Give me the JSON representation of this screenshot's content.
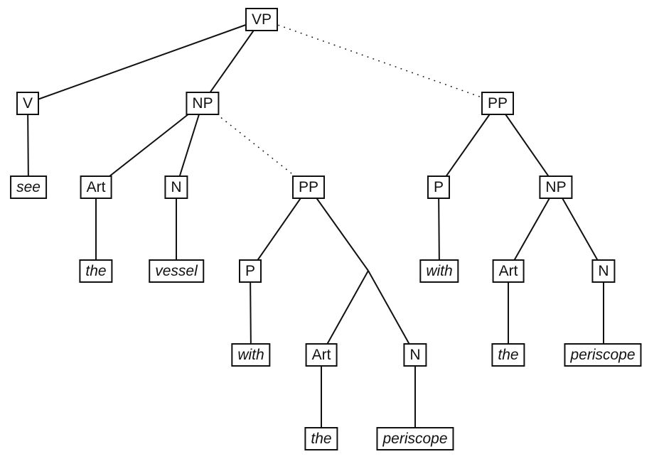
{
  "diagram": {
    "type": "syntax-parse-tree",
    "colors": {
      "line": "#000000",
      "box_border": "#111111",
      "box_fill": "#ffffff",
      "text": "#000000",
      "background": "#ffffff"
    },
    "edge_styles": {
      "solid": "definite constituent link",
      "dotted": "alternative (ambiguous) PP attachment link"
    }
  },
  "nodes": {
    "vp": {
      "label": "VP"
    },
    "v": {
      "label": "V"
    },
    "np1": {
      "label": "NP"
    },
    "pp2": {
      "label": "PP"
    },
    "see": {
      "label": "see"
    },
    "art1": {
      "label": "Art"
    },
    "n1": {
      "label": "N"
    },
    "pp1": {
      "label": "PP"
    },
    "p2": {
      "label": "P"
    },
    "np3": {
      "label": "NP"
    },
    "the1": {
      "label": "the"
    },
    "vessel": {
      "label": "vessel"
    },
    "p1": {
      "label": "P"
    },
    "with2": {
      "label": "with"
    },
    "art3": {
      "label": "Art"
    },
    "n3": {
      "label": "N"
    },
    "with1": {
      "label": "with"
    },
    "art2": {
      "label": "Art"
    },
    "n2": {
      "label": "N"
    },
    "the3": {
      "label": "the"
    },
    "periscope3": {
      "label": "periscope"
    },
    "the2": {
      "label": "the"
    },
    "periscope2": {
      "label": "periscope"
    }
  },
  "edges": {
    "solid": [
      [
        "vp",
        "v"
      ],
      [
        "vp",
        "np1"
      ],
      [
        "v",
        "see"
      ],
      [
        "np1",
        "art1"
      ],
      [
        "np1",
        "n1"
      ],
      [
        "art1",
        "the1"
      ],
      [
        "n1",
        "vessel"
      ],
      [
        "pp1",
        "p1"
      ],
      [
        "pp1",
        "np2"
      ],
      [
        "p1",
        "with1"
      ],
      [
        "np2",
        "art2"
      ],
      [
        "np2",
        "n2"
      ],
      [
        "art2",
        "the2"
      ],
      [
        "n2",
        "periscope2"
      ],
      [
        "pp2",
        "p2"
      ],
      [
        "pp2",
        "np3"
      ],
      [
        "p2",
        "with2"
      ],
      [
        "np3",
        "art3"
      ],
      [
        "np3",
        "n3"
      ],
      [
        "art3",
        "the3"
      ],
      [
        "n3",
        "periscope3"
      ]
    ],
    "dotted": [
      [
        "vp",
        "pp2"
      ],
      [
        "np1",
        "pp1"
      ]
    ]
  }
}
